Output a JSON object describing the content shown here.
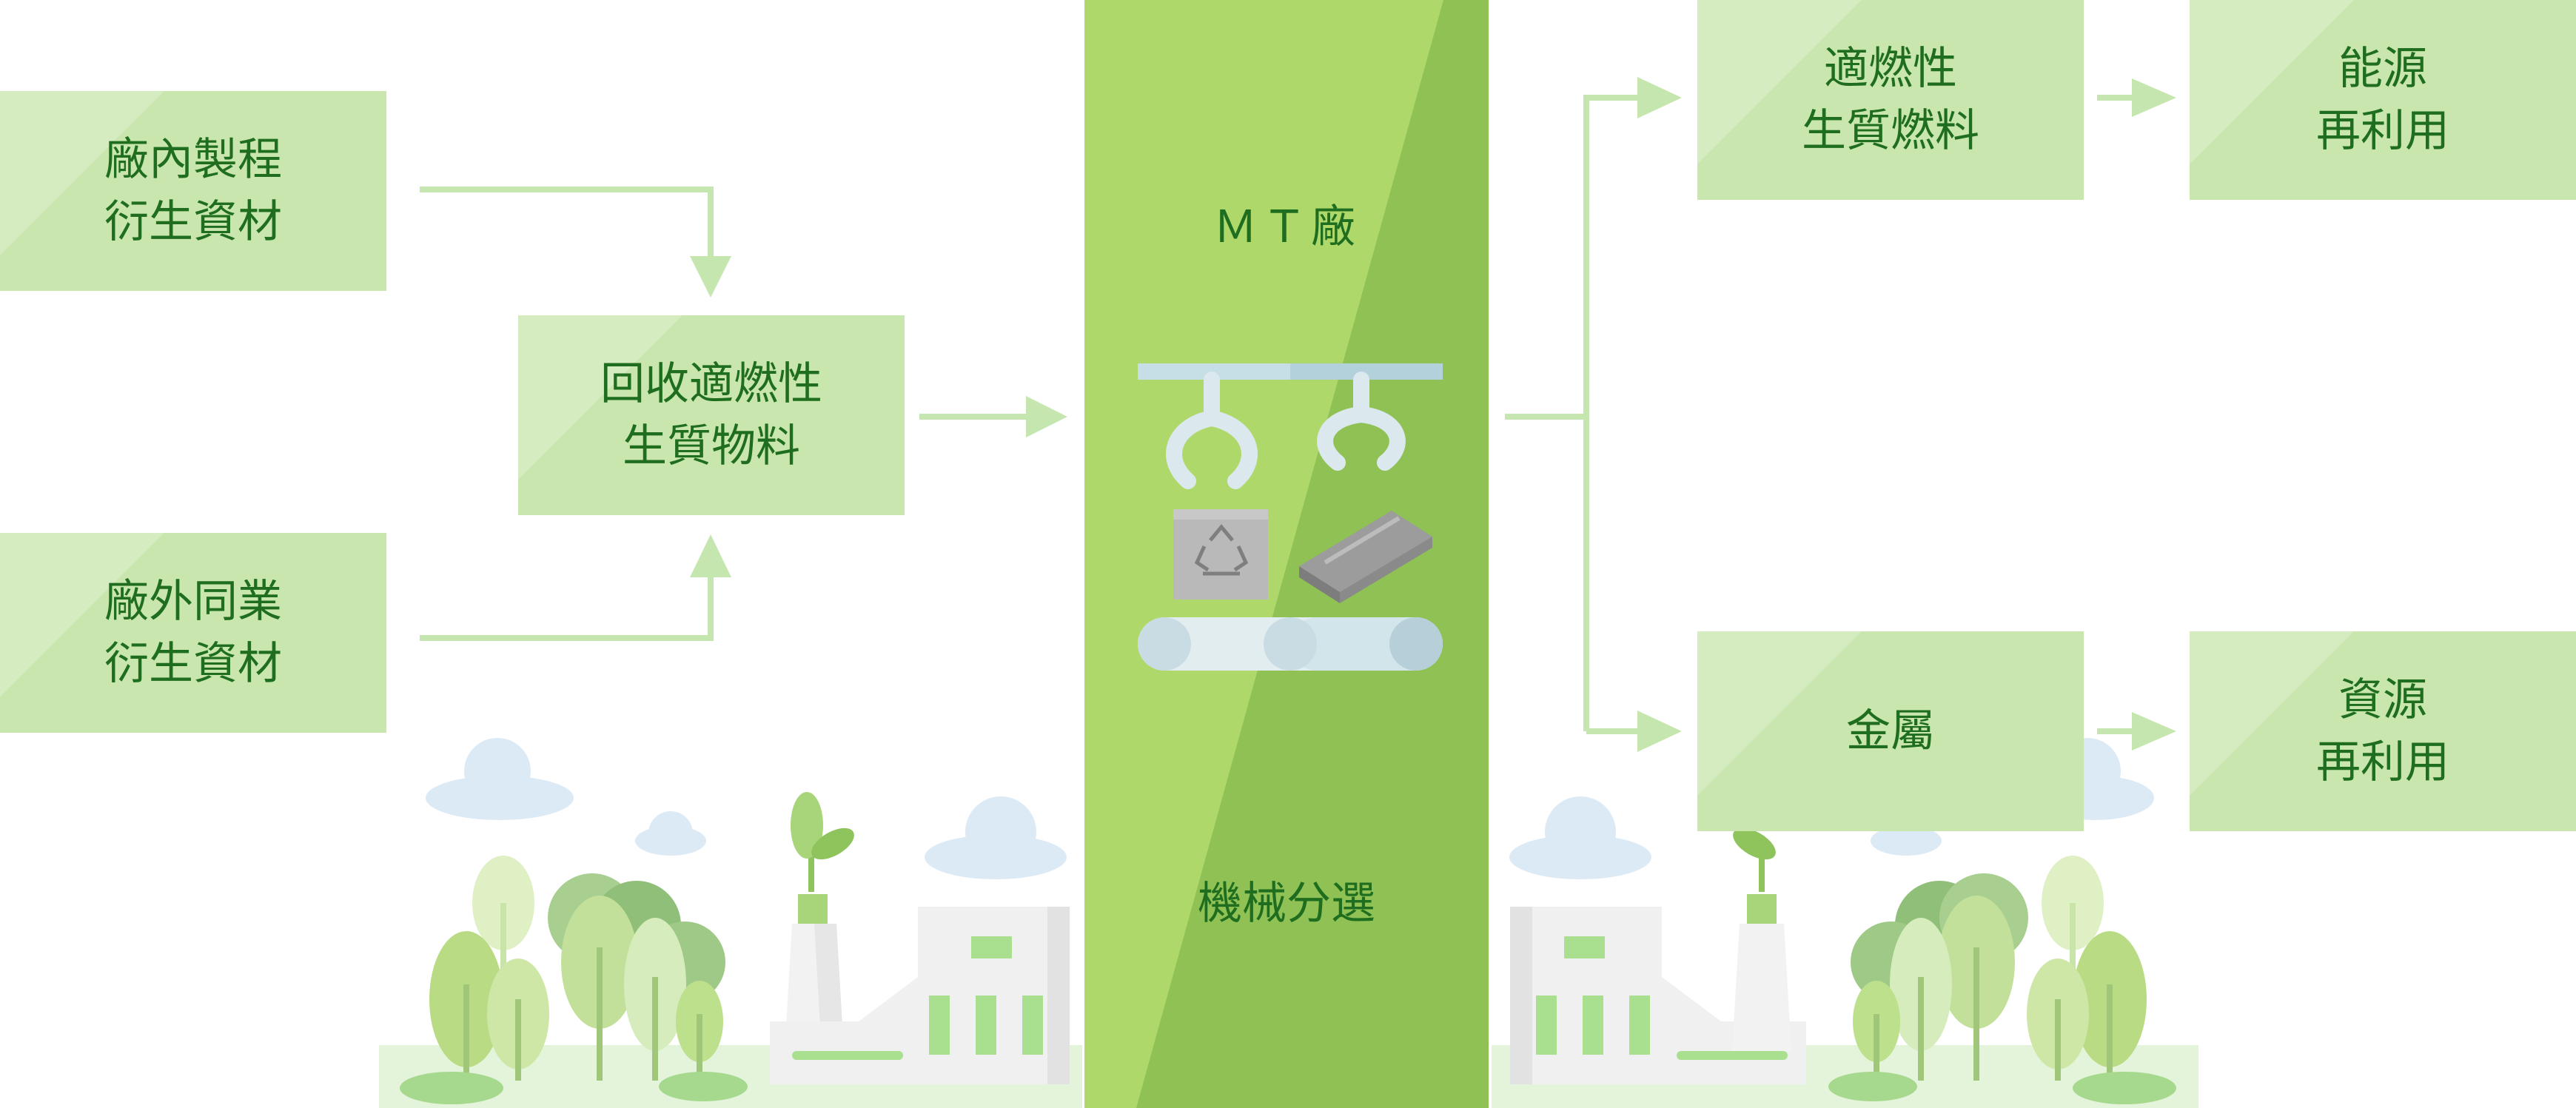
{
  "inputs": {
    "internal": {
      "line1": "廠內製程",
      "line2": "衍生資材"
    },
    "external": {
      "line1": "廠外同業",
      "line2": "衍生資材"
    }
  },
  "recovered": {
    "line1": "回收適燃性",
    "line2": "生質物料"
  },
  "plant": {
    "title": "ＭＴ廠",
    "process": "機械分選"
  },
  "outputs": {
    "fuel": {
      "line1": "適燃性",
      "line2": "生質燃料"
    },
    "energy": {
      "line1": "能源",
      "line2": "再利用"
    },
    "metal": {
      "label": "金屬"
    },
    "resource": {
      "line1": "資源",
      "line2": "再利用"
    }
  },
  "colors": {
    "box_light": "#d4ecc0",
    "box": "#c8e6ad",
    "arrow": "#c6e6b0",
    "text": "#1f6e1f",
    "band_light": "#aed86a",
    "band_dark": "#8fc155"
  },
  "icons": [
    "robot-claw-icon",
    "recycle-box-icon",
    "metal-plate-icon",
    "conveyor-belt-icon",
    "cloud-icon",
    "tree-icon",
    "factory-icon",
    "sprout-icon"
  ]
}
